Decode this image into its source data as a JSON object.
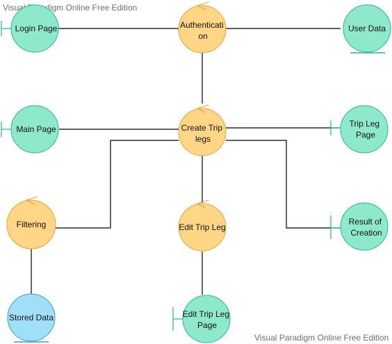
{
  "watermark": {
    "top": "Visual Paradigm Online Free Edition",
    "bottom": "Visual Paradigm Online Free Edition"
  },
  "colors": {
    "boundary": "#8ee8cc",
    "control": "#ffd685",
    "entity_stored": "#9fe0f8",
    "stroke": "#000000"
  },
  "nodes": {
    "login_page": {
      "type": "boundary",
      "lines": [
        "Login Page"
      ]
    },
    "authentication": {
      "type": "control",
      "lines": [
        "Authenticati",
        "on"
      ]
    },
    "user_data": {
      "type": "entity",
      "lines": [
        "User Data"
      ]
    },
    "main_page": {
      "type": "boundary",
      "lines": [
        "Main Page"
      ]
    },
    "create_trip_legs": {
      "type": "control",
      "lines": [
        "Create Trip",
        "legs"
      ]
    },
    "trip_leg_page": {
      "type": "boundary",
      "lines": [
        "Trip Leg",
        "Page"
      ]
    },
    "filtering": {
      "type": "control",
      "lines": [
        "Filtering"
      ]
    },
    "edit_trip_leg": {
      "type": "control",
      "lines": [
        "Edit Trip Leg"
      ]
    },
    "result_of_creation": {
      "type": "boundary",
      "lines": [
        "Result of",
        "Creation"
      ]
    },
    "stored_data": {
      "type": "entity",
      "lines": [
        "Stored Data"
      ]
    },
    "edit_trip_leg_page": {
      "type": "boundary",
      "lines": [
        "Edit Trip Leg",
        "Page"
      ]
    }
  }
}
